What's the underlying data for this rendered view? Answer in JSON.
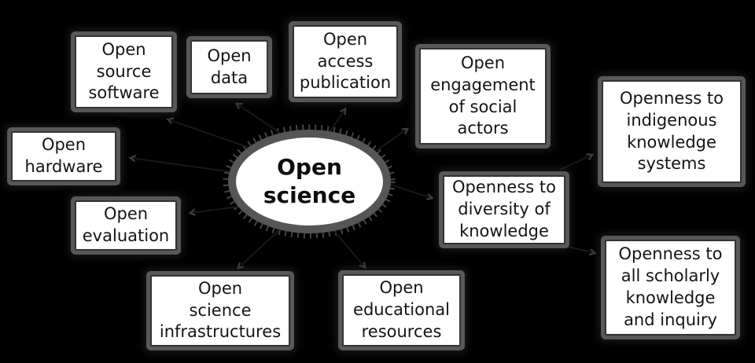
{
  "diagram": {
    "center_node": {
      "id": "open-science",
      "label": [
        "Open",
        "science"
      ]
    },
    "nodes": [
      {
        "id": "open-source-software",
        "label": [
          "Open",
          "source",
          "software"
        ]
      },
      {
        "id": "open-data",
        "label": [
          "Open",
          "data"
        ]
      },
      {
        "id": "open-access-publication",
        "label": [
          "Open",
          "access",
          "publication"
        ]
      },
      {
        "id": "open-engagement-of-social-actors",
        "label": [
          "Open",
          "engagement",
          "of social",
          "actors"
        ]
      },
      {
        "id": "openness-to-indigenous-knowledge-systems",
        "label": [
          "Openness to",
          "indigenous",
          "knowledge",
          "systems"
        ]
      },
      {
        "id": "open-hardware",
        "label": [
          "Open",
          "hardware"
        ]
      },
      {
        "id": "open-evaluation",
        "label": [
          "Open",
          "evaluation"
        ]
      },
      {
        "id": "openness-to-diversity-of-knowledge",
        "label": [
          "Openness to",
          "diversity of",
          "knowledge"
        ]
      },
      {
        "id": "open-science-infrastructures",
        "label": [
          "Open",
          "science",
          "infrastructures"
        ]
      },
      {
        "id": "open-educational-resources",
        "label": [
          "Open",
          "educational",
          "resources"
        ]
      },
      {
        "id": "openness-to-all-scholarly-knowledge-and-inquiry",
        "label": [
          "Openness to",
          "all scholarly",
          "knowledge",
          "and inquiry"
        ]
      }
    ],
    "connections": [
      {
        "from": "open-science",
        "to": "open-source-software"
      },
      {
        "from": "open-science",
        "to": "open-data"
      },
      {
        "from": "open-science",
        "to": "open-access-publication"
      },
      {
        "from": "open-science",
        "to": "open-engagement-of-social-actors"
      },
      {
        "from": "open-science",
        "to": "open-hardware"
      },
      {
        "from": "open-science",
        "to": "open-evaluation"
      },
      {
        "from": "open-science",
        "to": "openness-to-diversity-of-knowledge"
      },
      {
        "from": "open-science",
        "to": "open-science-infrastructures"
      },
      {
        "from": "open-science",
        "to": "open-educational-resources"
      },
      {
        "from": "openness-to-diversity-of-knowledge",
        "to": "openness-to-indigenous-knowledge-systems"
      },
      {
        "from": "openness-to-diversity-of-knowledge",
        "to": "openness-to-all-scholarly-knowledge-and-inquiry"
      }
    ],
    "colors": {
      "background": "#000000",
      "node_fill": "#ffffff",
      "node_frame": "#585858",
      "node_inner_edge": "#333333",
      "text": "#141414",
      "arrow": "#3e3e3e"
    }
  }
}
